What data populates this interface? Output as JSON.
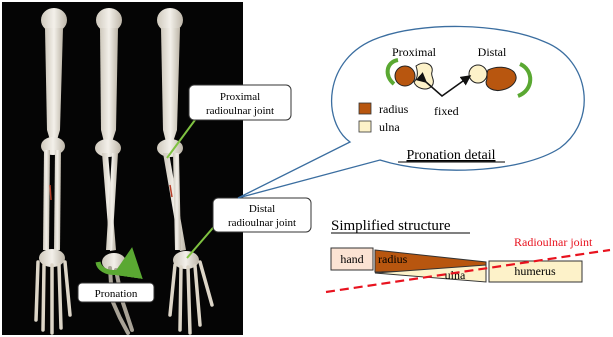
{
  "photo": {
    "callouts": {
      "proximal_joint": [
        "Proximal",
        "radioulnar joint"
      ],
      "distal_joint": [
        "Distal",
        "radioulnar joint"
      ],
      "pronation": "Pronation"
    }
  },
  "detail": {
    "proximal_label": "Proximal",
    "distal_label": "Distal",
    "fixed_label": "fixed",
    "legend": [
      {
        "label": "radius",
        "color": "#b8560f"
      },
      {
        "label": "ulna",
        "color": "#fdf2c9"
      }
    ],
    "caption": "Pronation detail"
  },
  "structure": {
    "title": "Simplified structure",
    "axis_label": "Radioulnar joint",
    "boxes": {
      "hand": "hand",
      "radius": "radius",
      "ulna": "ulna",
      "humerus": "humerus"
    }
  },
  "colors": {
    "radius": "#b8560f",
    "ulna": "#fdf2c9",
    "hand": "#fbe3d3",
    "arrow_green": "#5aa832",
    "axis_red": "#e8131f",
    "bubble_border": "#3b6ea0"
  }
}
